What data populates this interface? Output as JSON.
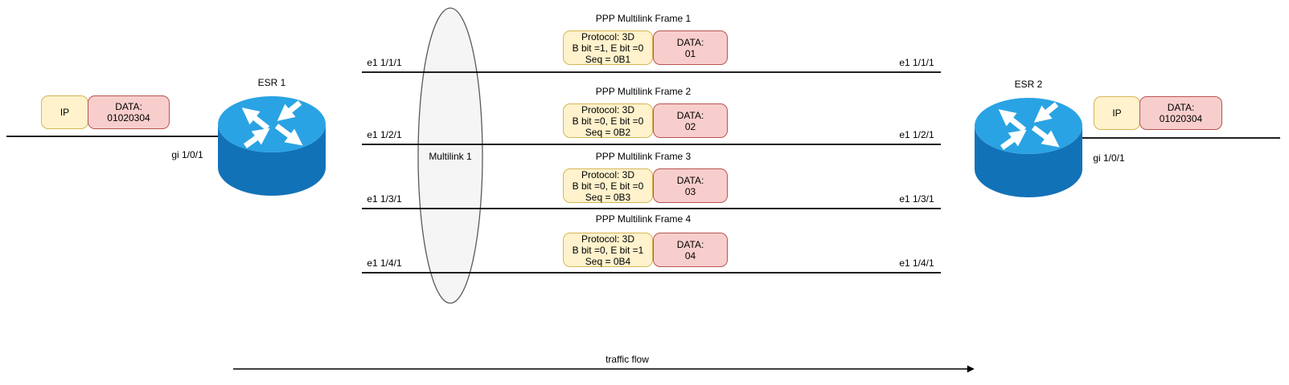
{
  "colors": {
    "protocol_fill": "#FFF2CC",
    "protocol_border": "#D6B656",
    "data_fill": "#F8CECC",
    "data_border": "#B85450",
    "router_top": "#2AA3E4",
    "router_side": "#1272B8",
    "bundle_fill": "#F5F5F5",
    "bundle_stroke": "#595959",
    "line_color": "#000000"
  },
  "left_endpoint": {
    "packet": {
      "header_label": "IP",
      "data_label": "DATA:",
      "data_value": "01020304"
    },
    "interface_label": "gi 1/0/1"
  },
  "router_left": {
    "name": "ESR 1"
  },
  "router_right": {
    "name": "ESR 2"
  },
  "right_endpoint": {
    "packet": {
      "header_label": "IP",
      "data_label": "DATA:",
      "data_value": "01020304"
    },
    "interface_label": "gi 1/0/1"
  },
  "multilink_bundle": {
    "label": "Multilink 1"
  },
  "member_links": [
    {
      "left_interface": "e1 1/1/1",
      "right_interface": "e1 1/1/1"
    },
    {
      "left_interface": "e1 1/2/1",
      "right_interface": "e1 1/2/1"
    },
    {
      "left_interface": "e1 1/3/1",
      "right_interface": "e1 1/3/1"
    },
    {
      "left_interface": "e1 1/4/1",
      "right_interface": "e1 1/4/1"
    }
  ],
  "frames": [
    {
      "title": "PPP Multilink Frame 1",
      "protocol": "Protocol: 3D",
      "bits": "B bit =1, E bit =0",
      "seq": "Seq = 0B1",
      "data_label": "DATA:",
      "data_value": "01"
    },
    {
      "title": "PPP Multilink Frame 2",
      "protocol": "Protocol: 3D",
      "bits": "B bit =0, E bit =0",
      "seq": "Seq = 0B2",
      "data_label": "DATA:",
      "data_value": "02"
    },
    {
      "title": "PPP Multilink Frame 3",
      "protocol": "Protocol: 3D",
      "bits": "B bit =0, E bit =0",
      "seq": "Seq = 0B3",
      "data_label": "DATA:",
      "data_value": "03"
    },
    {
      "title": "PPP Multilink Frame 4",
      "protocol": "Protocol: 3D",
      "bits": "B bit =0, E bit =1",
      "seq": "Seq = 0B4",
      "data_label": "DATA:",
      "data_value": "04"
    }
  ],
  "traffic_flow_label": "traffic flow"
}
